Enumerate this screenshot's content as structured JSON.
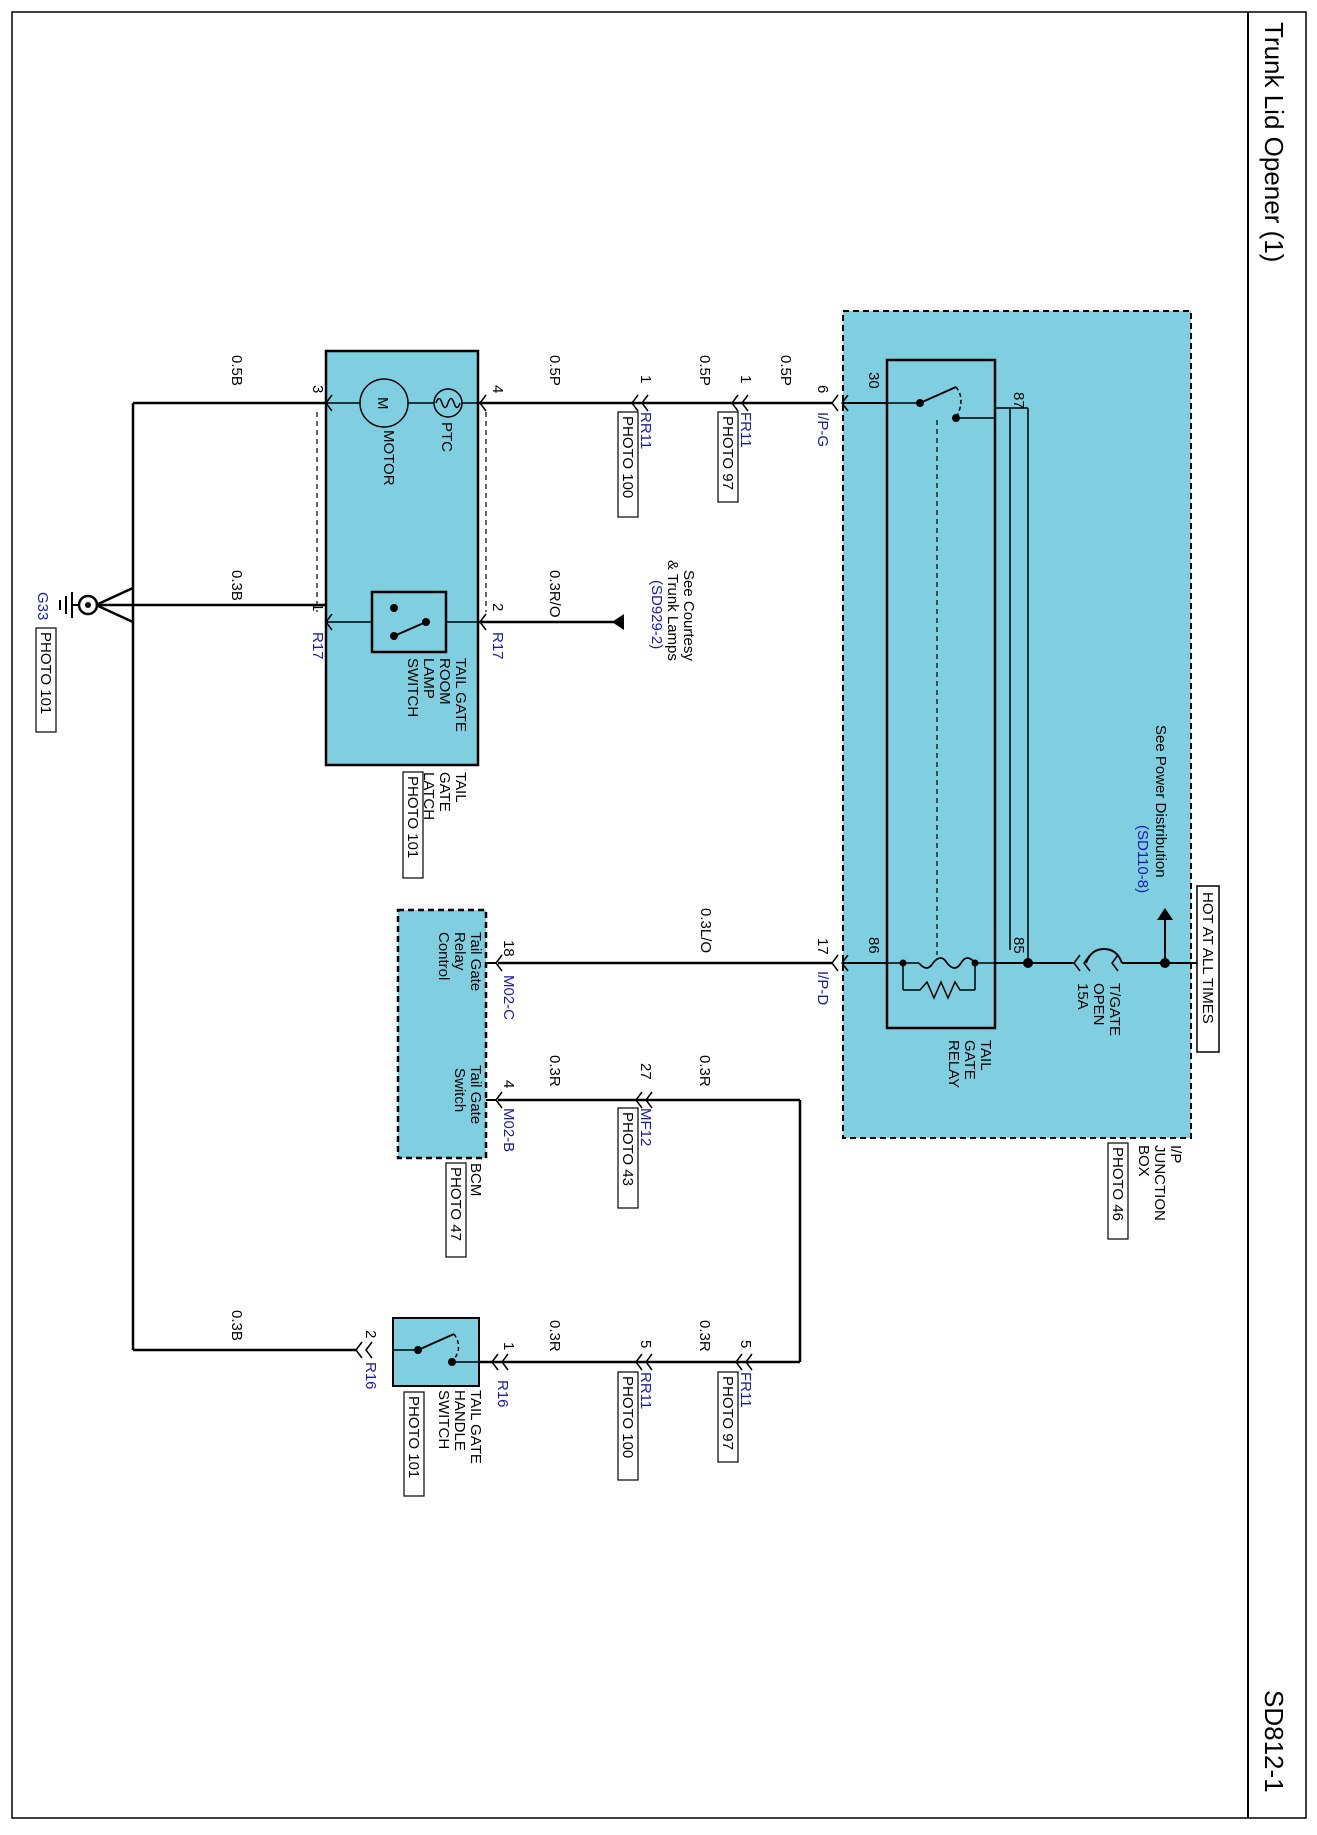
{
  "sheet": {
    "title": "Trunk Lid Opener (1)",
    "code": "SD812-1"
  },
  "power": {
    "hot_label": "HOT AT ALL TIMES",
    "see_text": "See Power Distribution",
    "see_ref": "(SD110-8)",
    "fuse_label_1": "T/GATE",
    "fuse_label_2": "OPEN",
    "fuse_label_3": "15A"
  },
  "junction_box": {
    "name_1": "I/P",
    "name_2": "JUNCTION",
    "name_3": "BOX",
    "photo": "PHOTO 46",
    "relay_1": "TAIL",
    "relay_2": "GATE",
    "relay_3": "RELAY",
    "pin_30": "30",
    "pin_87": "87",
    "pin_85": "85",
    "pin_86": "86",
    "conn_g_pin": "6",
    "conn_g": "I/P-G",
    "conn_d_pin": "17",
    "conn_d": "I/P-D"
  },
  "wires": {
    "w1": "0.5P",
    "w2": "0.5P",
    "w3": "0.5P",
    "w_ro": "0.3R/O",
    "w_lo": "0.3L/O",
    "w_r1": "0.3R",
    "w_r2": "0.3R",
    "w_r3": "0.3R",
    "w_r4": "0.3R",
    "w_b1": "0.5B",
    "w_b2": "0.3B",
    "w_b3": "0.3B"
  },
  "connectors": {
    "fr11_a_pin": "1",
    "fr11_a": "FR11",
    "fr11_a_photo": "PHOTO 97",
    "rr11_a_pin": "1",
    "rr11_a": "RR11",
    "rr11_a_photo": "PHOTO 100",
    "mf12_pin": "27",
    "mf12": "MF12",
    "mf12_photo": "PHOTO 43",
    "fr11_b_pin": "5",
    "fr11_b": "FR11",
    "fr11_b_photo": "PHOTO 97",
    "rr11_b_pin": "5",
    "rr11_b": "RR11",
    "rr11_b_photo": "PHOTO 100"
  },
  "courtesy": {
    "line_1": "See Courtesy",
    "line_2": "& Trunk Lamps",
    "ref": "(SD929-2)"
  },
  "latch": {
    "name_1": "TAIL",
    "name_2": "GATE",
    "name_3": "LATCH",
    "photo": "PHOTO 101",
    "motor_symbol": "M",
    "motor": "MOTOR",
    "ptc": "PTC",
    "switch_1": "TAIL GATE",
    "switch_2": "ROOM",
    "switch_3": "LAMP",
    "switch_4": "SWITCH",
    "pin_4": "4",
    "pin_2": "2",
    "pin_3": "3",
    "pin_1": "1",
    "conn_r17_a": "R17",
    "conn_r17_b": "R17"
  },
  "bcm": {
    "name": "BCM",
    "photo": "PHOTO 47",
    "pin_18": "18",
    "conn_c": "M02-C",
    "relay_ctrl_1": "Tail Gate",
    "relay_ctrl_2": "Relay",
    "relay_ctrl_3": "Control",
    "pin_4": "4",
    "conn_b": "M02-B",
    "switch_1": "Tail Gate",
    "switch_2": "Switch"
  },
  "handle": {
    "name_1": "TAIL GATE",
    "name_2": "HANDLE",
    "name_3": "SWITCH",
    "photo": "PHOTO 101",
    "pin_1": "1",
    "pin_2": "2",
    "conn_a": "R16",
    "conn_b": "R16"
  },
  "ground": {
    "name": "G33",
    "photo": "PHOTO 101"
  },
  "colors": {
    "component_fill": "#7fcfe0",
    "link_text": "#1a1aa8"
  }
}
